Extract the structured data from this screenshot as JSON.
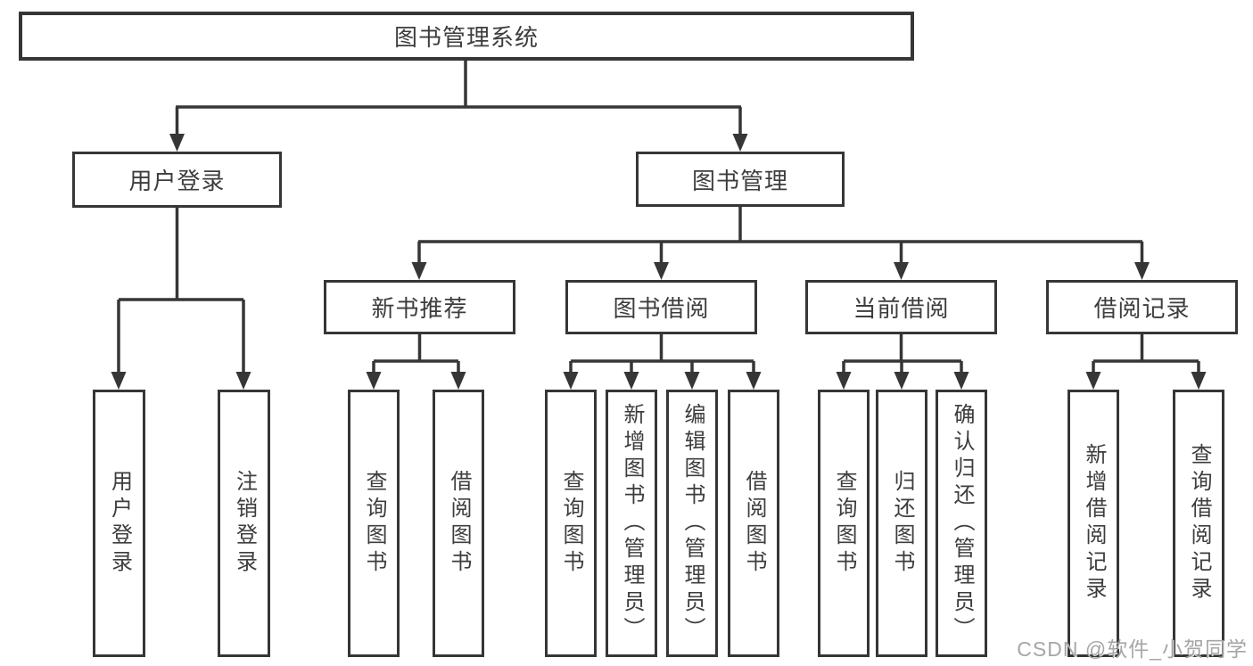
{
  "diagram": {
    "watermark": "CSDN @软件_小贺同学",
    "colors": {
      "line": "#363636",
      "text": "#3d3d3d",
      "background": "#ffffff",
      "watermark": "#a6a6a6"
    },
    "tree": {
      "label": "图书管理系统",
      "children": [
        {
          "label": "用户登录",
          "children": [
            {
              "label": "用户登录"
            },
            {
              "label": "注销登录"
            }
          ]
        },
        {
          "label": "图书管理",
          "children": [
            {
              "label": "新书推荐",
              "children": [
                {
                  "label": "查询图书"
                },
                {
                  "label": "借阅图书"
                }
              ]
            },
            {
              "label": "图书借阅",
              "children": [
                {
                  "label": "查询图书"
                },
                {
                  "label": "新增图书（管理员）"
                },
                {
                  "label": "编辑图书（管理员）"
                },
                {
                  "label": "借阅图书"
                }
              ]
            },
            {
              "label": "当前借阅",
              "children": [
                {
                  "label": "查询图书"
                },
                {
                  "label": "归还图书"
                },
                {
                  "label": "确认归还（管理员）"
                }
              ]
            },
            {
              "label": "借阅记录",
              "children": [
                {
                  "label": "新增借阅记录"
                },
                {
                  "label": "查询借阅记录"
                }
              ]
            }
          ]
        }
      ]
    }
  }
}
